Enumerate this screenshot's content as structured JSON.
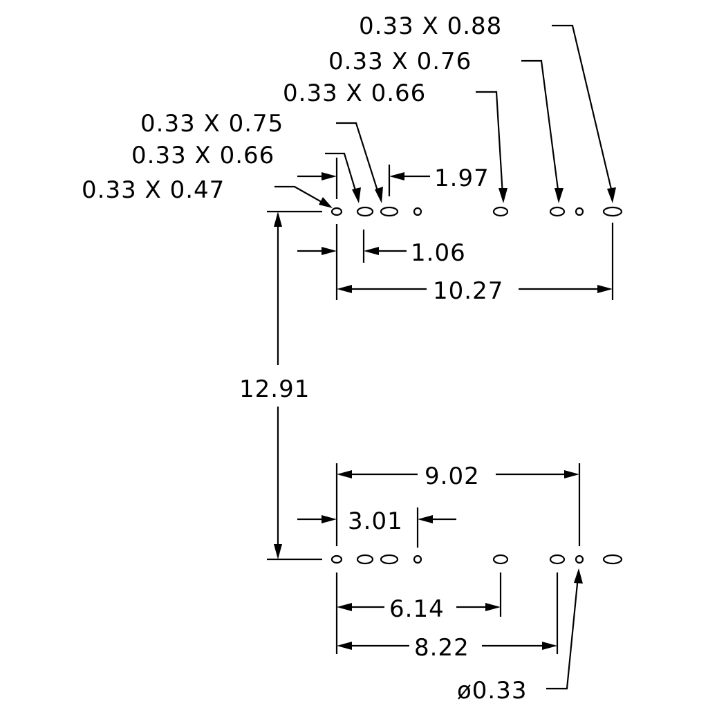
{
  "callouts": {
    "top_0_33x0_88": "0.33  X  0.88",
    "top_0_33x0_76": "0.33  X  0.76",
    "top_0_33x0_66_right": "0.33  X  0.66",
    "top_0_33x0_75": "0.33  X  0.75",
    "top_0_33x0_66_left": "0.33  X  0.66",
    "top_0_33x0_47": "0.33  X  0.47",
    "bottom_diameter": "ø0.33"
  },
  "dimensions": {
    "spacing_1_97": "1.97",
    "spacing_1_06": "1.06",
    "width_10_27": "10.27",
    "height_12_91": "12.91",
    "width_9_02": "9.02",
    "spacing_3_01": "3.01",
    "width_6_14": "6.14",
    "width_8_22": "8.22"
  }
}
